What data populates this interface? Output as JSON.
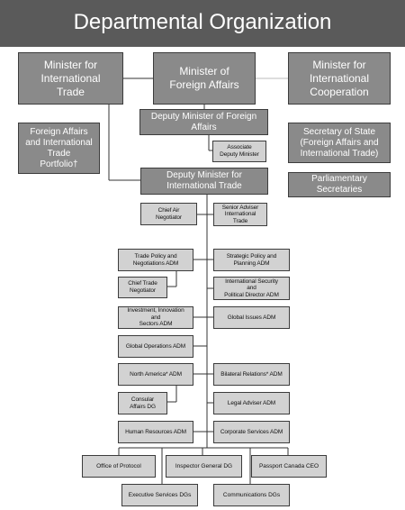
{
  "header": {
    "title": "Departmental Organization"
  },
  "colors": {
    "header_bg": "#5a5a5a",
    "senior_box": "#8a8a8a",
    "branch_box": "#d2d2d2",
    "connector": "#333333"
  },
  "boxes": {
    "minister_trade": "Minister for\nInternational\nTrade",
    "minister_foreign": "Minister of\nForeign Affairs",
    "minister_cooperation": "Minister for\nInternational\nCooperation",
    "portfolio": "Foreign Affairs\nand International\nTrade\nPortfolio†",
    "deputy_foreign": "Deputy Minister of Foreign\nAffairs",
    "associate_deputy": "Associate\nDeputy Minister",
    "secretary_state": "Secretary of State\n(Foreign Affairs and\nInternational Trade)",
    "parliamentary": "Parliamentary\nSecretaries",
    "deputy_trade": "Deputy Minister for\nInternational Trade",
    "chief_air": "Chief Air\nNegotiator",
    "senior_adviser": "Senior Adviser\nInternational\nTrade",
    "trade_policy": "Trade Policy and\nNegotiations ADM",
    "strategic_policy": "Strategic Policy and\nPlanning ADM",
    "chief_trade": "Chief Trade\nNegotiator",
    "intl_security": "International Security\nand\nPolitical Director ADM",
    "investment": "Investment, Innovation\nand\nSectors ADM",
    "global_issues": "Global Issues ADM",
    "global_operations": "Global Operations ADM",
    "north_america": "North America* ADM",
    "bilateral": "Bilateral Relations* ADM",
    "consular": "Consular\nAffairs DG",
    "legal_adviser": "Legal Adviser ADM",
    "human_resources": "Human Resources ADM",
    "corporate_services": "Corporate Services ADM",
    "protocol": "Office of Protocol",
    "inspector_general": "Inspector General DG",
    "passport": "Passport Canada CEO",
    "executive_services": "Executive Services DGs",
    "communications": "Communications DGs"
  }
}
